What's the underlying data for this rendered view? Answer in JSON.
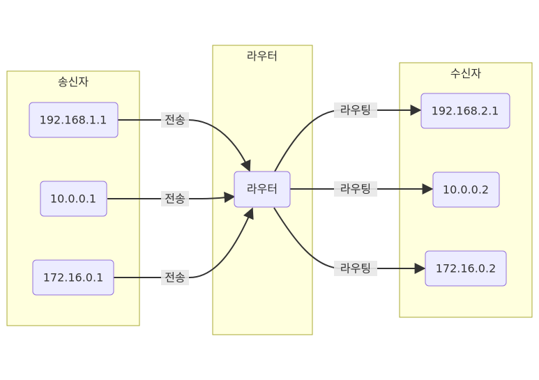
{
  "clusters": {
    "sender": {
      "title": "송신자"
    },
    "router": {
      "title": "라우터"
    },
    "receiver": {
      "title": "수신자"
    }
  },
  "nodes": {
    "sender_1": {
      "label": "192.168.1.1"
    },
    "sender_2": {
      "label": "10.0.0.1"
    },
    "sender_3": {
      "label": "172.16.0.1"
    },
    "router": {
      "label": "라우터"
    },
    "receiver_1": {
      "label": "192.168.2.1"
    },
    "receiver_2": {
      "label": "10.0.0.2"
    },
    "receiver_3": {
      "label": "172.16.0.2"
    }
  },
  "edges": [
    {
      "from": "sender_1",
      "to": "router",
      "label": "전송"
    },
    {
      "from": "sender_2",
      "to": "router",
      "label": "전송"
    },
    {
      "from": "sender_3",
      "to": "router",
      "label": "전송"
    },
    {
      "from": "router",
      "to": "receiver_1",
      "label": "라우팅"
    },
    {
      "from": "router",
      "to": "receiver_2",
      "label": "라우팅"
    },
    {
      "from": "router",
      "to": "receiver_3",
      "label": "라우팅"
    }
  ],
  "colors": {
    "cluster_fill": "#ffffde",
    "cluster_stroke": "#aaaa33",
    "node_fill": "#ececff",
    "node_stroke": "#9370db",
    "edge": "#333333",
    "edge_label_bg": "#e8e8e8"
  }
}
